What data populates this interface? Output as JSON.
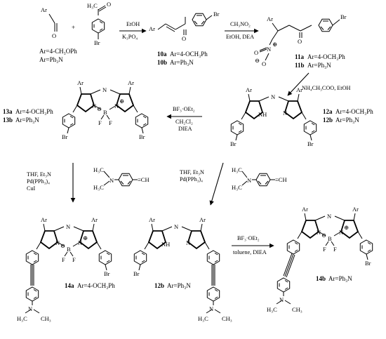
{
  "atoms": {
    "Ar": "Ar",
    "O": "O",
    "Br": "Br",
    "H3C": "H₃C",
    "CH3": "CH₃",
    "N": "N",
    "NH": "NH",
    "B": "B",
    "F": "F",
    "H": "H",
    "plus_charge": "⊕",
    "minus_charge": "⊖",
    "plus": "+",
    "CH": "CH",
    "ethynyl": "≡CH"
  },
  "reagents": {
    "ar_options": [
      "Ar=4-CH₃OPh",
      "Ar=Ph₃N"
    ]
  },
  "steps": {
    "step1": [
      "EtOH",
      "K₃PO₄"
    ],
    "step2": [
      "CH₃NO₂",
      "EtOH, DEA"
    ],
    "step3": [
      "NH₄CH₃COO, EtOH"
    ],
    "step4": [
      "BF₃·OEt₂",
      "CH₂Cl₂",
      "DIEA"
    ],
    "step5": [
      "THF, Et₃N",
      "Pd(PPh₃)₄",
      "CuI"
    ],
    "step6": [
      "THF, Et₃N",
      "Pd(PPh₃)₄"
    ],
    "step7": [
      "BF₃·OEt₂",
      "toluene, DIEA"
    ]
  },
  "compounds": {
    "c10": [
      {
        "id": "10a",
        "desc": "Ar=4-OCH₃Ph"
      },
      {
        "id": "10b",
        "desc": "Ar=Ph₃N"
      }
    ],
    "c11": [
      {
        "id": "11a",
        "desc": "Ar=4-OCH₃Ph"
      },
      {
        "id": "11b",
        "desc": "Ar=Ph₃N"
      }
    ],
    "c12": [
      {
        "id": "12a",
        "desc": "Ar=4-OCH₃Ph"
      },
      {
        "id": "12b",
        "desc": "Ar=Ph₃N"
      }
    ],
    "c13": [
      {
        "id": "13a",
        "desc": "Ar=4-OCH₃Ph"
      },
      {
        "id": "13b",
        "desc": "Ar=Ph₃N"
      }
    ],
    "c14a": {
      "id": "14a",
      "desc": "Ar=4-OCH₃Ph"
    },
    "c12b": {
      "id": "12b",
      "desc": "Ar=Ph₃N"
    },
    "c14b": {
      "id": "14b",
      "desc": "Ar=Ph₃N"
    }
  }
}
